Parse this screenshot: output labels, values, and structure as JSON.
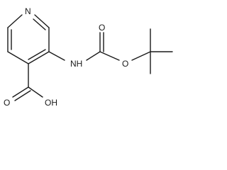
{
  "structure": {
    "atoms": {
      "ring_nitrogen": "N",
      "amide_nh": "NH",
      "carbonyl_oxygen": "O",
      "ester_oxygen": "O",
      "carboxylic_oxygen": "O",
      "hydroxyl": "OH"
    }
  }
}
